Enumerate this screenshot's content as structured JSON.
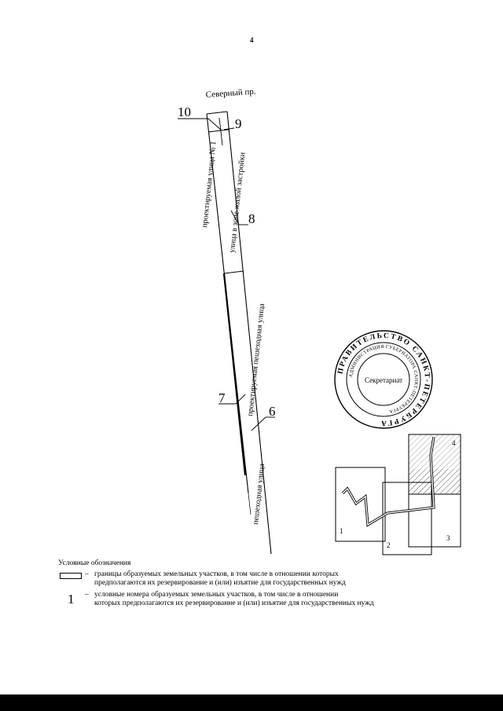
{
  "page": {
    "number": "4"
  },
  "map": {
    "street_north": "Северный пр.",
    "labels": [
      {
        "id": "10",
        "text": "10"
      },
      {
        "id": "9",
        "text": "9"
      },
      {
        "id": "8",
        "text": "8"
      },
      {
        "id": "7",
        "text": "7"
      },
      {
        "id": "6",
        "text": "6"
      }
    ],
    "street_labels": {
      "projected_street_1": "проектируемая улица № 1",
      "residential_street": "улица в зоне жилой застройки",
      "projected_pedestrian": "проектируемая пешеходная улица",
      "pedestrian": "пешеходная улица"
    }
  },
  "seal": {
    "ring_text": "ПРАВИТЕЛЬСТВО САНКТ-ПЕТЕРБУРГА",
    "inner_ring_text": "АДМИНИСТРАЦИЯ ГУБЕРНАТОРА САНКТ-ПЕТЕРБУРГА",
    "center": "Секретариат"
  },
  "inset": {
    "labels": [
      "1",
      "2",
      "3",
      "4"
    ]
  },
  "legend": {
    "title": "Условные обозначения",
    "items": [
      {
        "symbol": "boundary-box",
        "dash": "–",
        "line1": "границы образуемых земельных участков, в том числе в отношении которых",
        "line2": "предполагаются их резервирование и (или) изъятие для государственных нужд"
      },
      {
        "symbol": "1",
        "dash": "–",
        "line1": "условные номера образуемых земельных участков, в том числе в отношении",
        "line2": "которых предполагаются их резервирование и (или) изъятие для государственных нужд"
      }
    ]
  }
}
